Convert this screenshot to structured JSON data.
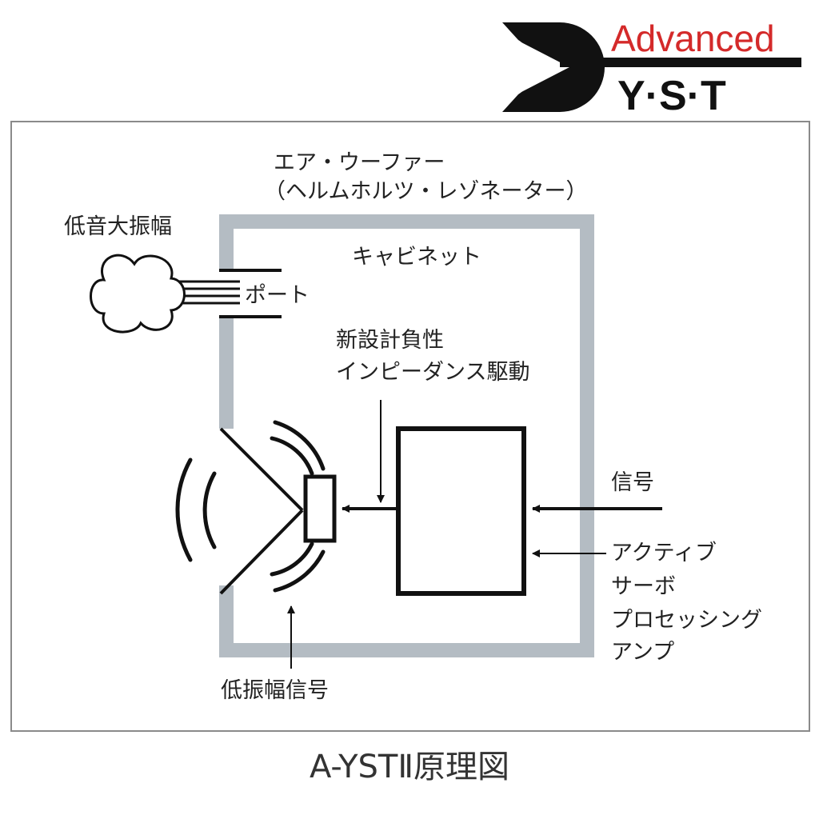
{
  "logo": {
    "line1": "Advanced",
    "line2": "Y·S·T",
    "accent_color": "#d42a2a"
  },
  "labels": {
    "air_woofer": "エア・ウーファー",
    "helmholtz": "（ヘルムホルツ・レゾネーター）",
    "bass_large": "低音大振幅",
    "cabinet": "キャビネット",
    "port": "ポート",
    "drive_line1": "新設計負性",
    "drive_line2": "インピーダンス駆動",
    "signal": "信号",
    "amp_line1": "アクティブ",
    "amp_line2": "サーボ",
    "amp_line3": "プロセッシング",
    "amp_line4": "アンプ",
    "low_amp_signal": "低振幅信号"
  },
  "caption": "A-YSTⅡ原理図",
  "colors": {
    "cabinet_wall": "#b4bcc3",
    "frame": "#8a8a8a",
    "ink": "#111111"
  }
}
